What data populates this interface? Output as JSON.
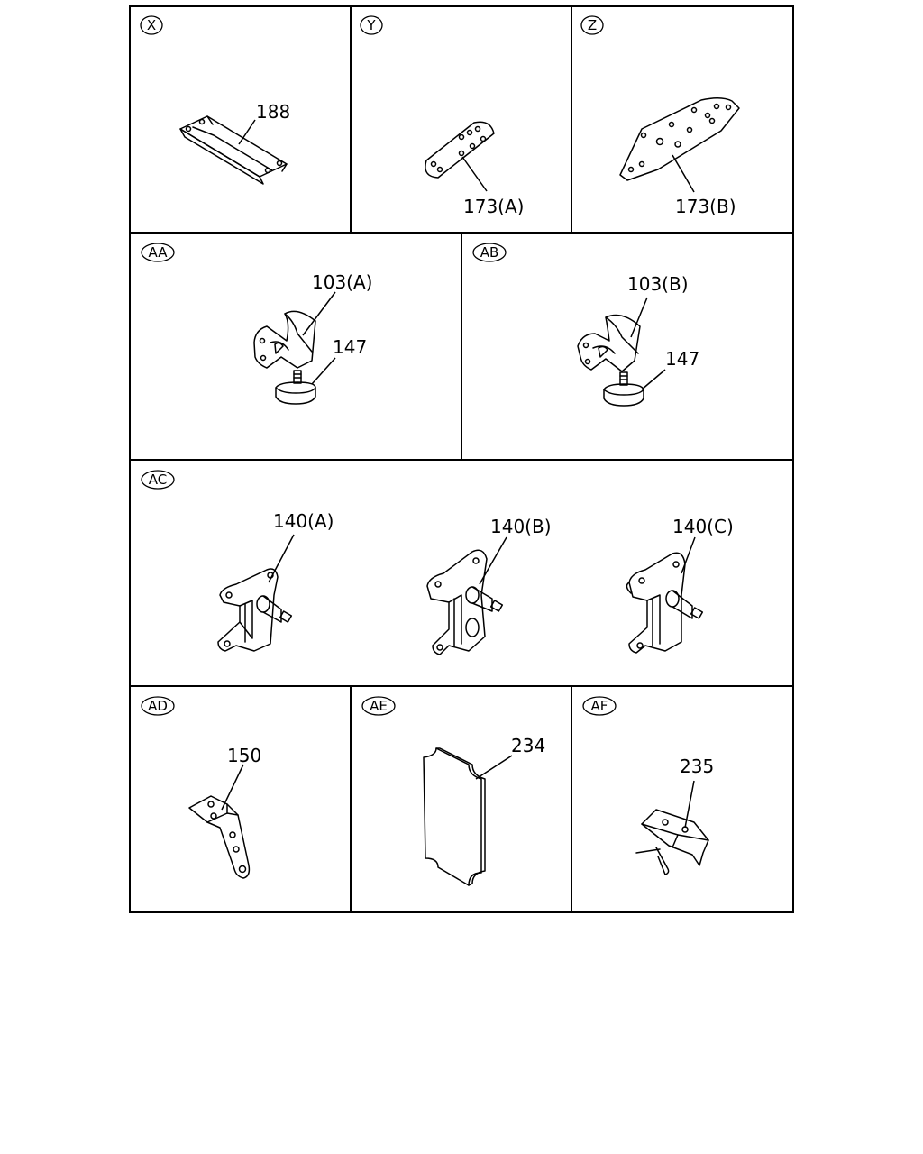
{
  "panels": [
    {
      "id": "X",
      "parts": [
        "188"
      ]
    },
    {
      "id": "Y",
      "parts": [
        "173(A)"
      ]
    },
    {
      "id": "Z",
      "parts": [
        "173(B)"
      ]
    },
    {
      "id": "AA",
      "parts": [
        "103(A)",
        "147"
      ]
    },
    {
      "id": "AB",
      "parts": [
        "103(B)",
        "147"
      ]
    },
    {
      "id": "AC",
      "parts": [
        "140(A)",
        "140(B)",
        "140(C)"
      ]
    },
    {
      "id": "AD",
      "parts": [
        "150"
      ]
    },
    {
      "id": "AE",
      "parts": [
        "234"
      ]
    },
    {
      "id": "AF",
      "parts": [
        "235"
      ]
    }
  ]
}
